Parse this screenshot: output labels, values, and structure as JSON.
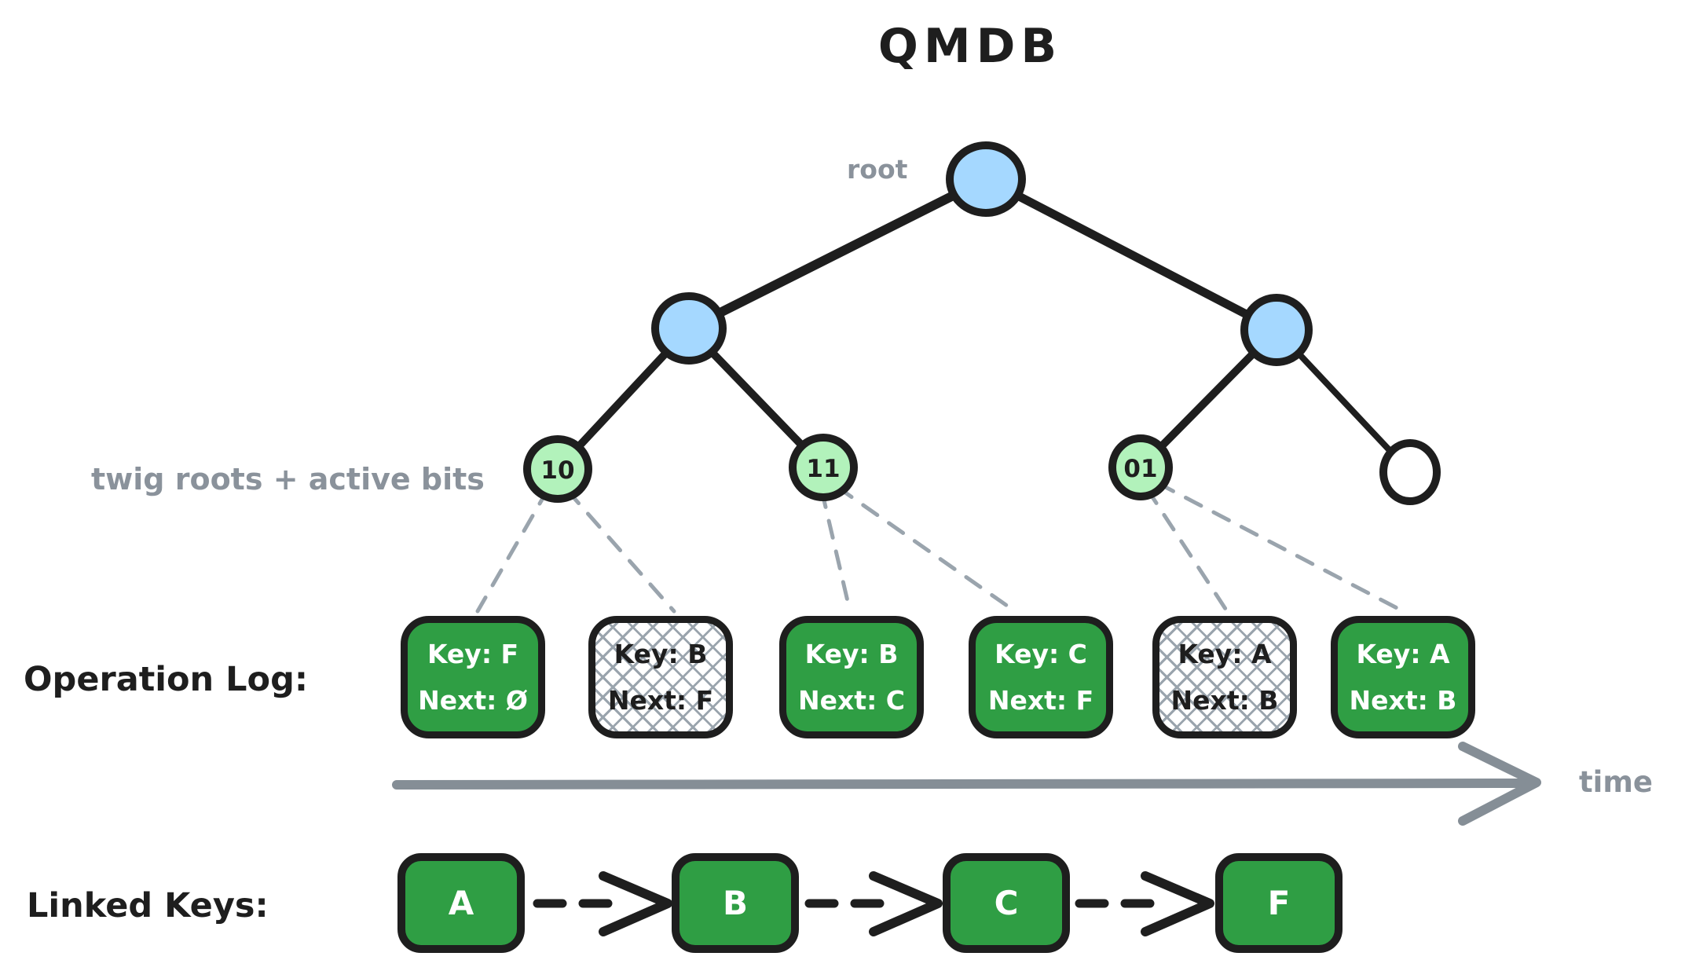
{
  "title": "QMDB",
  "tree": {
    "root_label": "root",
    "twig_label": "twig roots + active bits",
    "twig_nodes": [
      {
        "label": "10"
      },
      {
        "label": "11"
      },
      {
        "label": "01"
      },
      {
        "label": ""
      }
    ]
  },
  "operation_log": {
    "label": "Operation Log:",
    "axis_label": "time",
    "entries": [
      {
        "key": "Key: F",
        "next": "Next: Ø",
        "state": "active"
      },
      {
        "key": "Key: B",
        "next": "Next: F",
        "state": "stale"
      },
      {
        "key": "Key: B",
        "next": "Next: C",
        "state": "active"
      },
      {
        "key": "Key: C",
        "next": "Next: F",
        "state": "active"
      },
      {
        "key": "Key: A",
        "next": "Next: B",
        "state": "stale"
      },
      {
        "key": "Key: A",
        "next": "Next: B",
        "state": "active"
      }
    ]
  },
  "linked_keys": {
    "label": "Linked Keys:",
    "nodes": [
      "A",
      "B",
      "C",
      "F"
    ]
  },
  "colors": {
    "node_blue": "#a5d8ff",
    "node_green_light": "#b2f2bb",
    "box_green": "#2f9e44",
    "stroke_black": "#1e1e1e",
    "label_gray": "#8a929b",
    "hatch_gray": "#9aa4ad"
  }
}
